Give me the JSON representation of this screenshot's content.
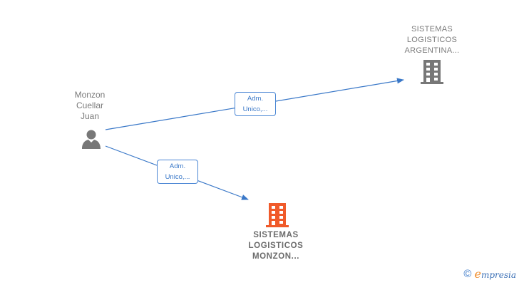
{
  "nodes": {
    "person": {
      "label": "Monzon\nCuellar\nJuan",
      "type": "person",
      "icon": "person-icon",
      "color": "#777777"
    },
    "company_top": {
      "label": "SISTEMAS\nLOGISTICOS\nARGENTINA...",
      "type": "company",
      "icon": "building-icon",
      "color": "#777777"
    },
    "company_main": {
      "label": "SISTEMAS\nLOGISTICOS\nMONZON...",
      "type": "company",
      "icon": "building-icon",
      "color": "#f05a2a"
    }
  },
  "edges": [
    {
      "from": "person",
      "to": "company_top",
      "label": "Adm.\nUnico,..."
    },
    {
      "from": "person",
      "to": "company_main",
      "label": "Adm.\nUnico,..."
    }
  ],
  "colors": {
    "edge": "#3a78c8",
    "accent": "#f05a2a",
    "neutral": "#777777"
  },
  "footer": {
    "copyright_symbol": "©",
    "brand_initial": "e",
    "brand_rest": "mpresia"
  }
}
